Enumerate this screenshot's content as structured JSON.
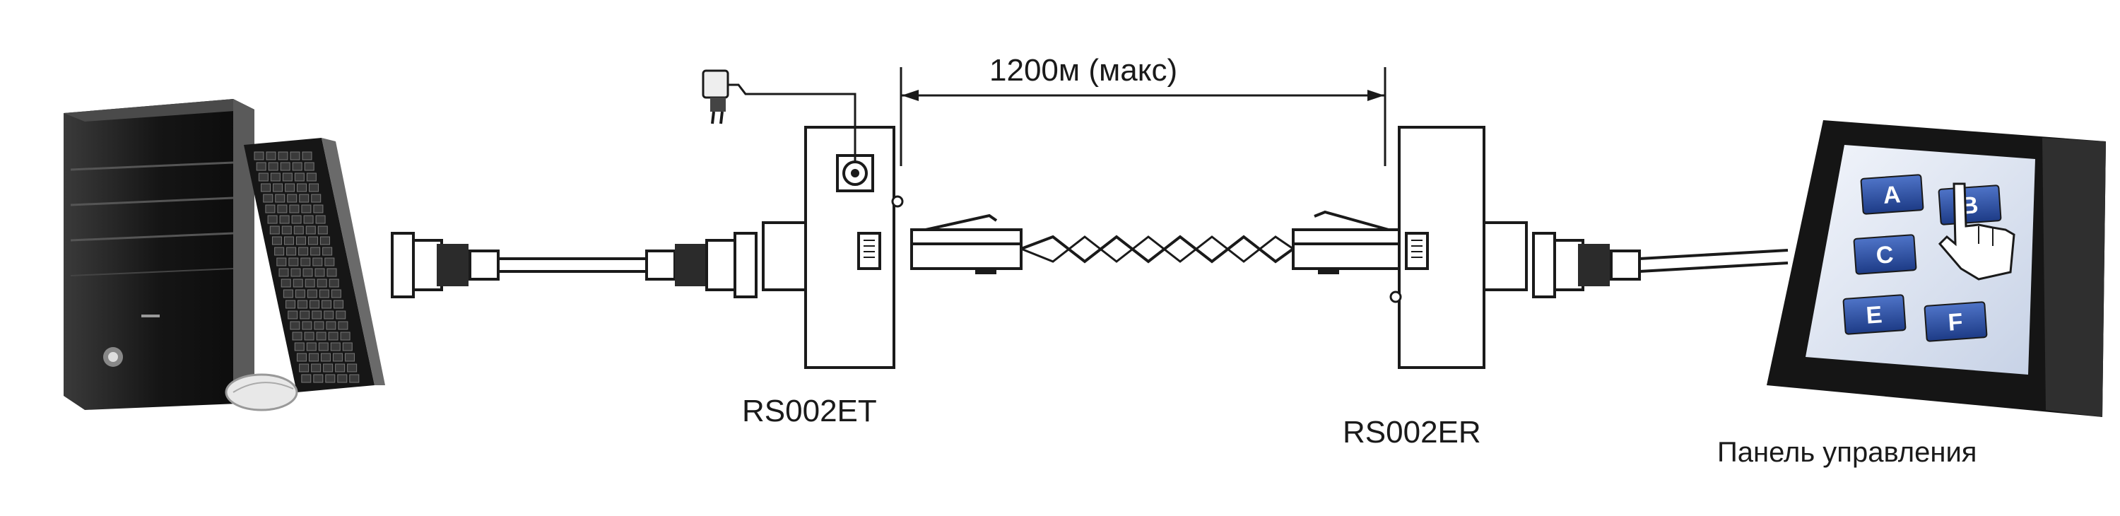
{
  "labels": {
    "distance": "1200м (макс)",
    "transmitter": "RS002ET",
    "receiver": "RS002ER",
    "panel": "Панель управления"
  },
  "touch_keys": [
    "A",
    "B",
    "C",
    "E",
    "F"
  ],
  "colors": {
    "line": "#1a1a1a",
    "pc_body": "#1b1b1b",
    "key_blue": "#2a4fa3",
    "screen_bg": "#dfe6f2"
  }
}
